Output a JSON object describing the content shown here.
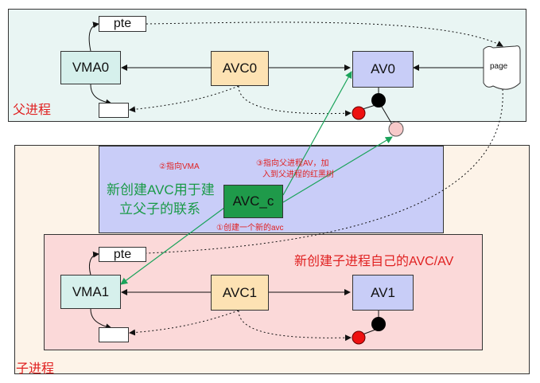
{
  "parent": {
    "label": "父进程",
    "pte": "pte",
    "vma": "VMA0",
    "avc": "AVC0",
    "av": "AV0",
    "page": "page"
  },
  "child": {
    "label": "子进程",
    "pte": "pte",
    "vma": "VMA1",
    "avc": "AVC1",
    "av": "AV1",
    "own_text": "新创建子进程自己的AVC/AV"
  },
  "link": {
    "avc_c": "AVC_c",
    "desc_line1": "新创建AVC用于建",
    "desc_line2": "立父子的联系",
    "step1": "①创建一个新的avc",
    "step2": "②指向VMA",
    "step3_line1": "③指向父进程AV，加",
    "step3_line2": "入到父进程的红黑树"
  },
  "colors": {
    "parent_bg": "#e9f5f3",
    "child_bg": "#fdf3e8",
    "link_bg": "#c9cdf8",
    "own_bg": "#fbd9d9",
    "vma": "#d6f0ec",
    "avc": "#fde2b3",
    "av": "#c8cdf7",
    "avc_c": "#1f9a4a",
    "red_text": "#e02020",
    "green_text": "#1a9a48"
  }
}
